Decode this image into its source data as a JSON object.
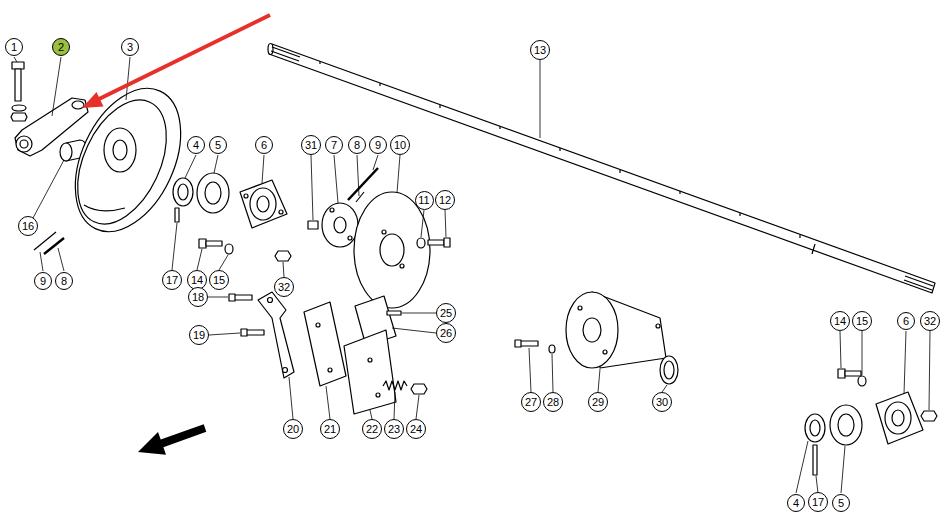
{
  "diagram": {
    "nodes": [
      {
        "text": [
          "1"
        ]
      },
      {
        "text": [
          "2"
        ]
      },
      {
        "text": [
          "3"
        ]
      },
      {
        "text": [
          "13"
        ]
      },
      {
        "text": [
          "4"
        ]
      },
      {
        "text": [
          "5"
        ]
      },
      {
        "text": [
          "6"
        ]
      },
      {
        "text": [
          "31"
        ]
      },
      {
        "text": [
          "7"
        ]
      },
      {
        "text": [
          "8"
        ]
      },
      {
        "text": [
          "9"
        ]
      },
      {
        "text": [
          "10"
        ]
      },
      {
        "text": [
          "11"
        ]
      },
      {
        "text": [
          "12"
        ]
      },
      {
        "text": [
          "16"
        ]
      },
      {
        "text": [
          "9"
        ]
      },
      {
        "text": [
          "8"
        ]
      },
      {
        "text": [
          "17"
        ]
      },
      {
        "text": [
          "14"
        ]
      },
      {
        "text": [
          "15"
        ]
      },
      {
        "text": [
          "32"
        ]
      },
      {
        "text": [
          "18"
        ]
      },
      {
        "text": [
          "19"
        ]
      },
      {
        "text": [
          "25"
        ]
      },
      {
        "text": [
          "26"
        ]
      },
      {
        "text": [
          "20"
        ]
      },
      {
        "text": [
          "21"
        ]
      },
      {
        "text": [
          "22"
        ]
      },
      {
        "text": [
          "23"
        ]
      },
      {
        "text": [
          "24"
        ]
      },
      {
        "text": [
          "27"
        ]
      },
      {
        "text": [
          "28"
        ]
      },
      {
        "text": [
          "29"
        ]
      },
      {
        "text": [
          "30"
        ]
      },
      {
        "text": [
          "14"
        ]
      },
      {
        "text": [
          "15"
        ]
      },
      {
        "text": [
          "6"
        ]
      },
      {
        "text": [
          "32"
        ]
      },
      {
        "text": [
          "4"
        ]
      },
      {
        "text": [
          "17"
        ]
      },
      {
        "text": [
          "5"
        ]
      }
    ]
  }
}
